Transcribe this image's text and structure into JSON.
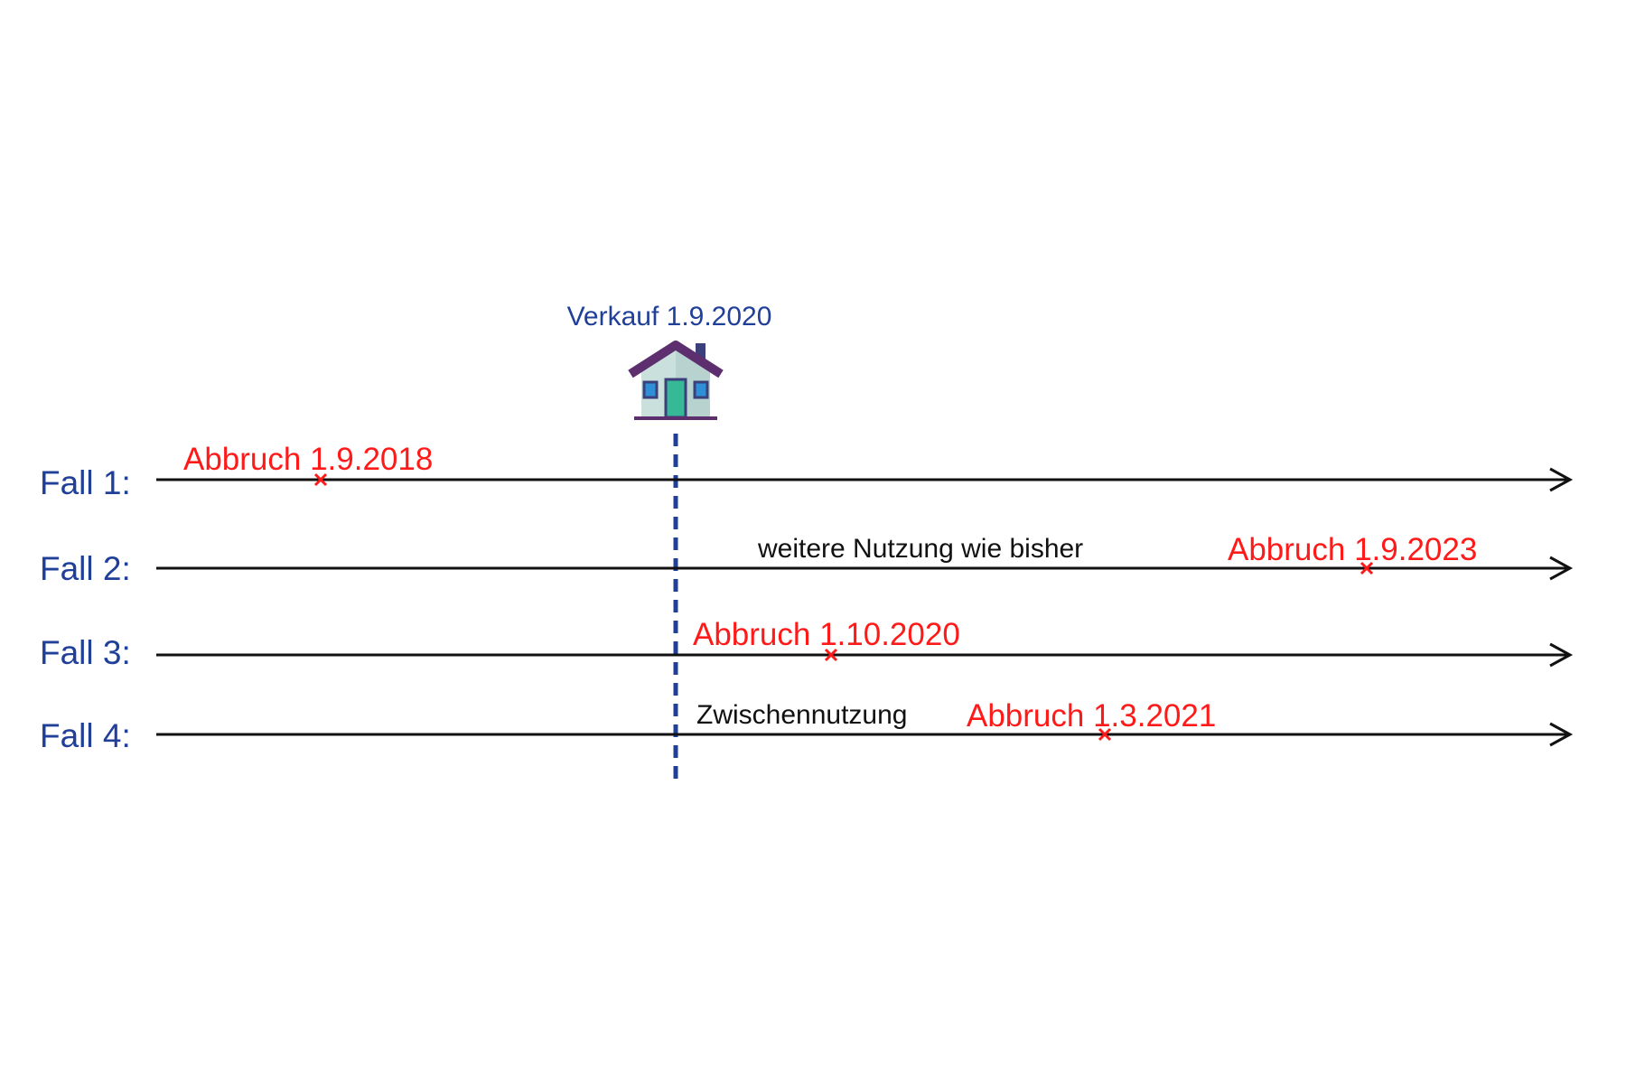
{
  "sale": {
    "label": "Verkauf 1.9.2020",
    "icon": "house-icon"
  },
  "colors": {
    "case_label": "#1f3f99",
    "demolition": "#ff1a1a",
    "divider": "#1f3f99",
    "line": "#111111"
  },
  "cases": [
    {
      "label": "Fall 1:",
      "event": "Abbruch 1.9.2018",
      "note": ""
    },
    {
      "label": "Fall 2:",
      "event": "Abbruch 1.9.2023",
      "note": "weitere Nutzung wie bisher"
    },
    {
      "label": "Fall 3:",
      "event": "Abbruch 1.10.2020",
      "note": ""
    },
    {
      "label": "Fall 4:",
      "event": "Abbruch 1.3.2021",
      "note": "Zwischennutzung"
    }
  ]
}
